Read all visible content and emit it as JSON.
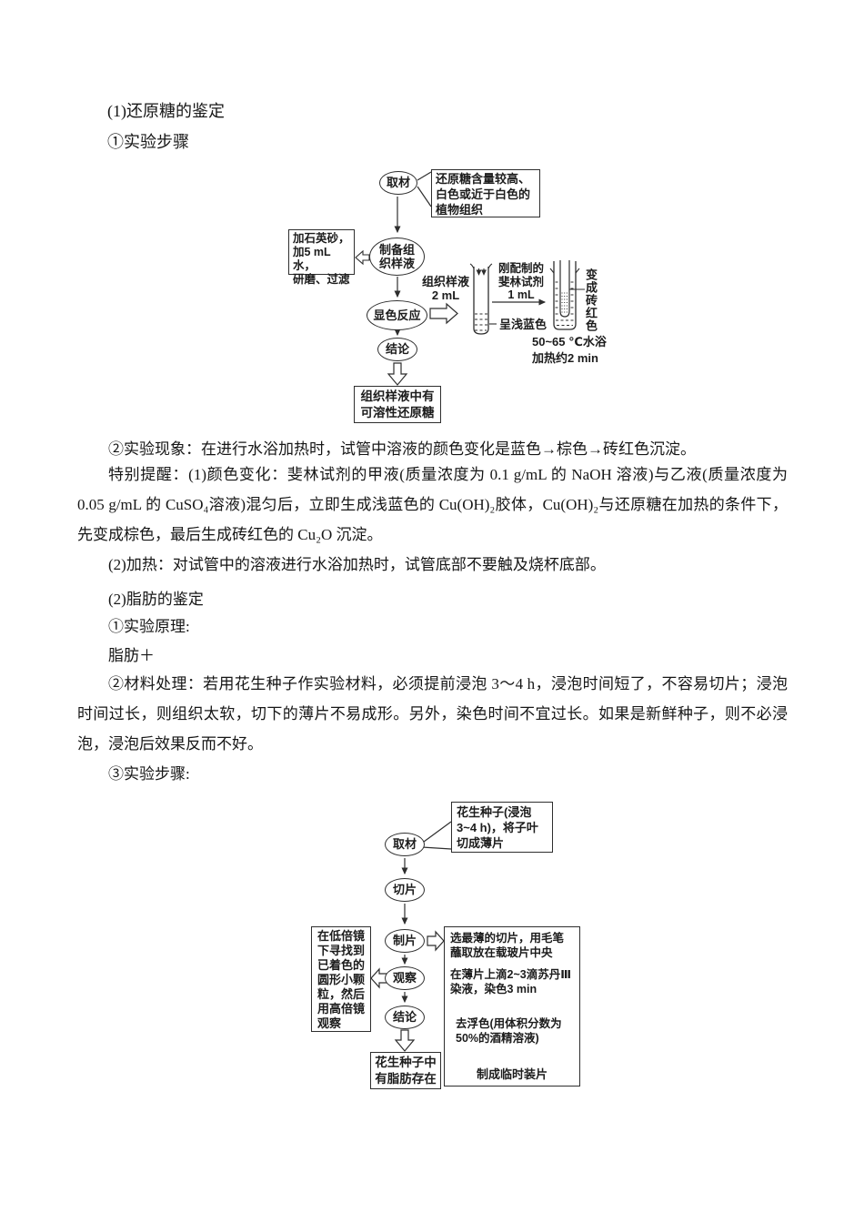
{
  "intro": {
    "heading": "(1)还原糖的鉴定",
    "subheading": "①实验步骤"
  },
  "flowchart1": {
    "node_material": "取材",
    "callout_material": "还原糖含量较高、\n白色或近于白色的\n植物组织",
    "box_grind": "加石英砂，\n加5 mL水，\n研磨、过滤",
    "node_prepare": "制备组\n织样液",
    "node_reaction": "显色反应",
    "label_sample": "组织样液\n2 mL",
    "label_reagent": "刚配制的\n斐林试剂\n1 mL",
    "label_light_blue": "呈浅蓝色",
    "label_brick_red": "变成砖红色",
    "label_bath": "50~65 ℃水浴\n加热约2 min",
    "node_conclusion": "结论",
    "box_result": "组织样液中有\n可溶性还原糖"
  },
  "body": {
    "p_phenomenon": "②实验现象：在进行水浴加热时，试管中溶液的颜色变化是蓝色→棕色→砖红色沉淀。",
    "p_reminder": "特别提醒：(1)颜色变化：斐林试剂的甲液(质量浓度为 0.1 g/mL 的 NaOH 溶液)与乙液(质量浓度为 0.05 g/mL 的 CuSO₄溶液)混匀后，立即生成浅蓝色的 Cu(OH)₂胶体，Cu(OH)₂与还原糖在加热的条件下，先变成棕色，最后生成砖红色的 Cu₂O 沉淀。",
    "p_heating": "(2)加热：对试管中的溶液进行水浴加热时，试管底部不要触及烧杯底部。",
    "h_fat": "(2)脂肪的鉴定",
    "h_principle": "①实验原理:",
    "p_fat_plus": "脂肪＋",
    "p_material": "②材料处理：若用花生种子作实验材料，必须提前浸泡 3～4 h，浸泡时间短了，不容易切片；浸泡时间过长，则组织太软，切下的薄片不易成形。另外，染色时间不宜过长。如果是新鲜种子，则不必浸泡，浸泡后效果反而不好。",
    "h_steps": "③实验步骤:"
  },
  "flowchart2": {
    "node_material": "取材",
    "callout_material": "花生种子(浸泡\n3~4 h)，将子叶\n切成薄片",
    "node_slice": "切片",
    "node_mount": "制片",
    "box_microscope": "在低倍镜\n下寻找到\n已着色的\n圆形小颗\n粒，然后\n用高倍镜\n观察",
    "step_select": "选最薄的切片，用毛笔\n蘸取放在载玻片中央",
    "step_stain": "在薄片上滴2~3滴苏丹Ⅲ\n染液，染色3 min",
    "step_wash": "去浮色(用体积分数为\n50%的酒精溶液)",
    "step_done": "制成临时装片",
    "node_observe": "观察",
    "node_conclusion": "结论",
    "box_result": "花生种子中\n有脂肪存在"
  },
  "colors": {
    "ink": "#2e2e2e",
    "background": "#ffffff"
  }
}
